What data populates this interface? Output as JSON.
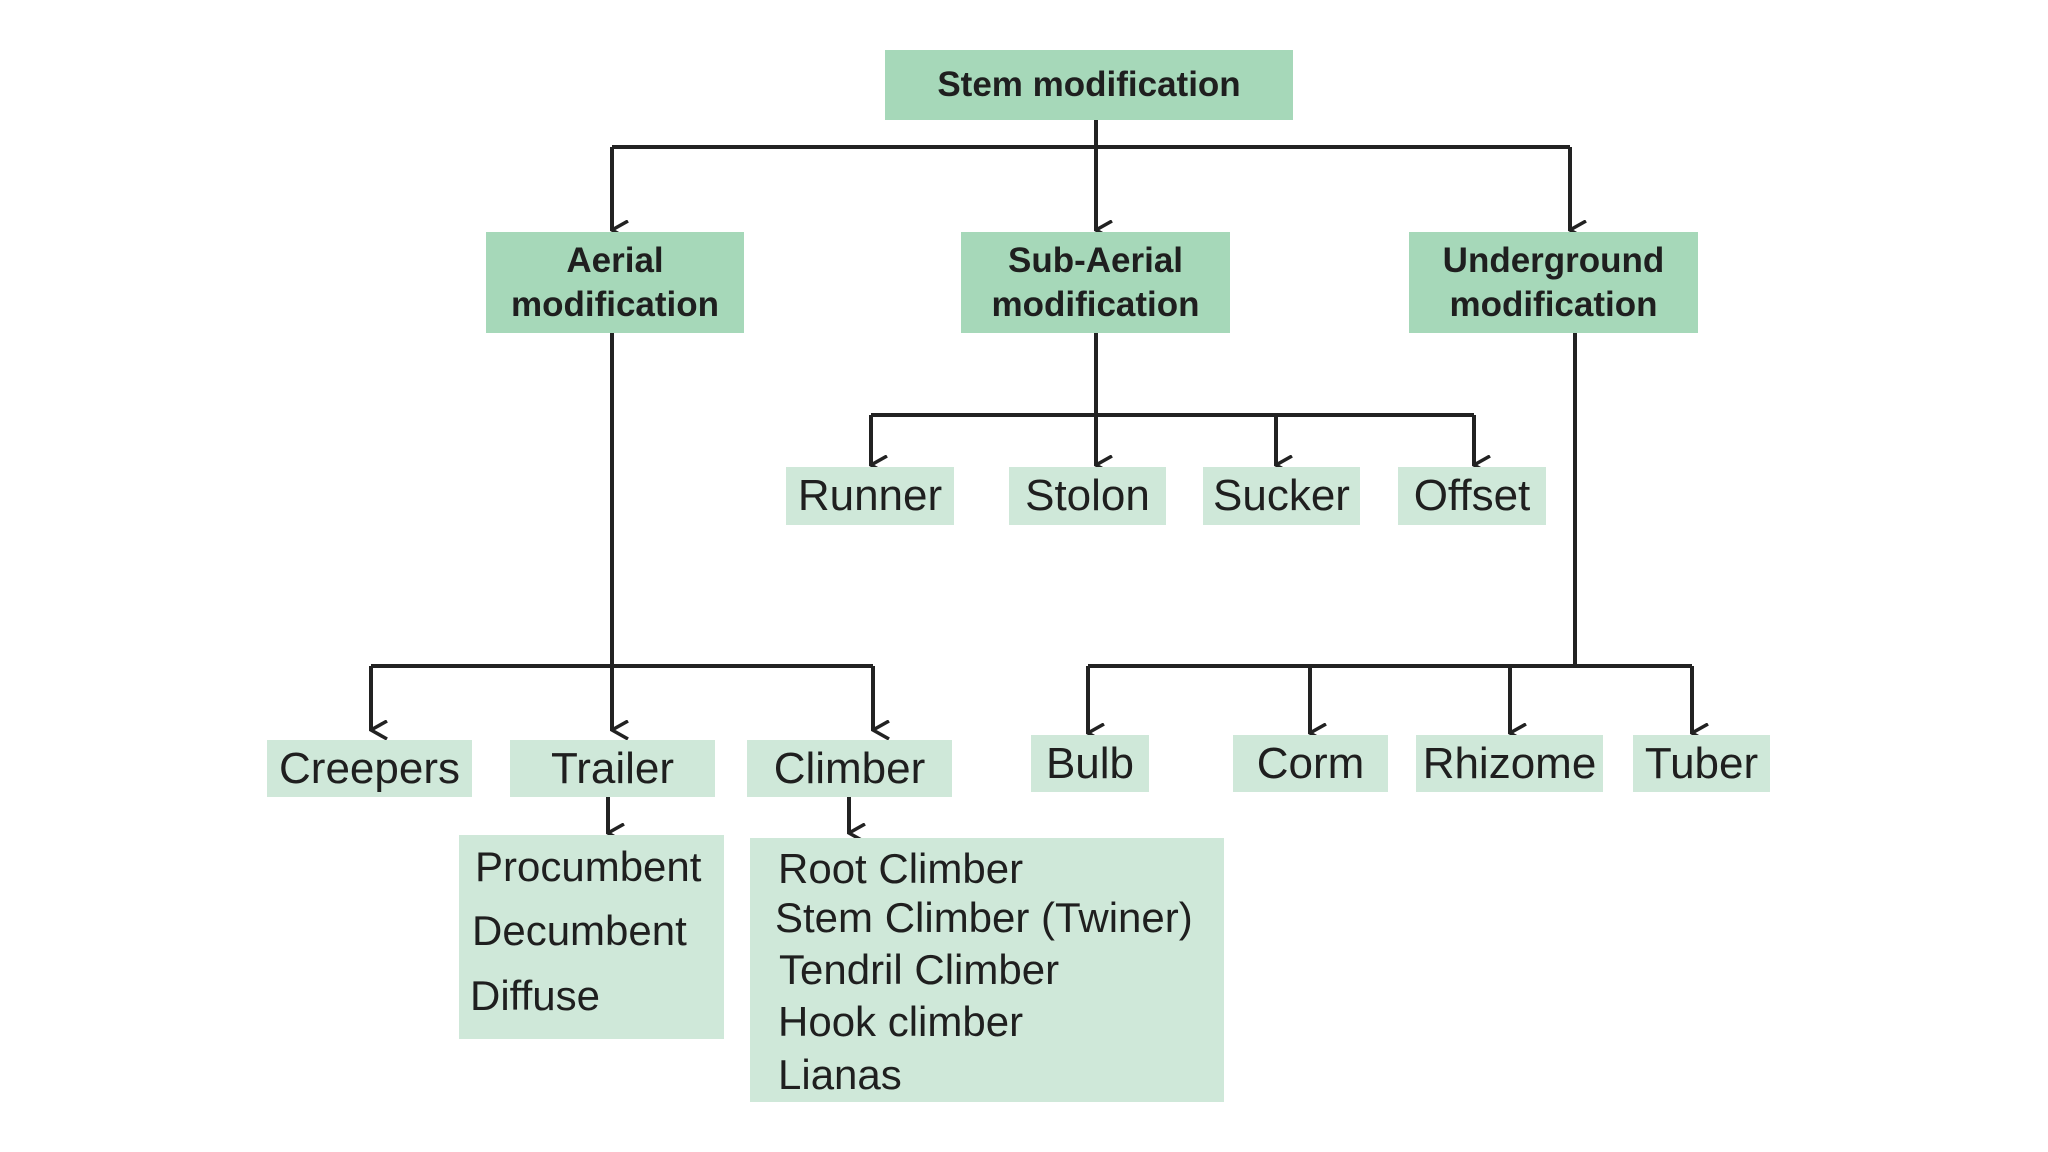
{
  "root": {
    "label": "Stem modification"
  },
  "categories": [
    {
      "id": "aerial",
      "label": "Aerial\nmodification"
    },
    {
      "id": "sub_aerial",
      "label": "Sub-Aerial\nmodification"
    },
    {
      "id": "underground",
      "label": "Underground\nmodification"
    }
  ],
  "sub_aerial_types": [
    "Runner",
    "Stolon",
    "Sucker",
    "Offset"
  ],
  "aerial_types": [
    "Creepers",
    "Trailer",
    "Climber"
  ],
  "underground_types": [
    "Bulb",
    "Corm",
    "Rhizome",
    "Tuber"
  ],
  "trailer_subtypes": [
    "Procumbent",
    "Decumbent",
    "Diffuse"
  ],
  "climber_subtypes": [
    "Root Climber",
    "Stem Climber (Twiner)",
    "Tendril Climber",
    "Hook climber",
    "Lianas"
  ],
  "colors": {
    "header_fill": "#a6d8b9",
    "leaf_fill": "#cfe8d9",
    "connector": "#222222"
  }
}
